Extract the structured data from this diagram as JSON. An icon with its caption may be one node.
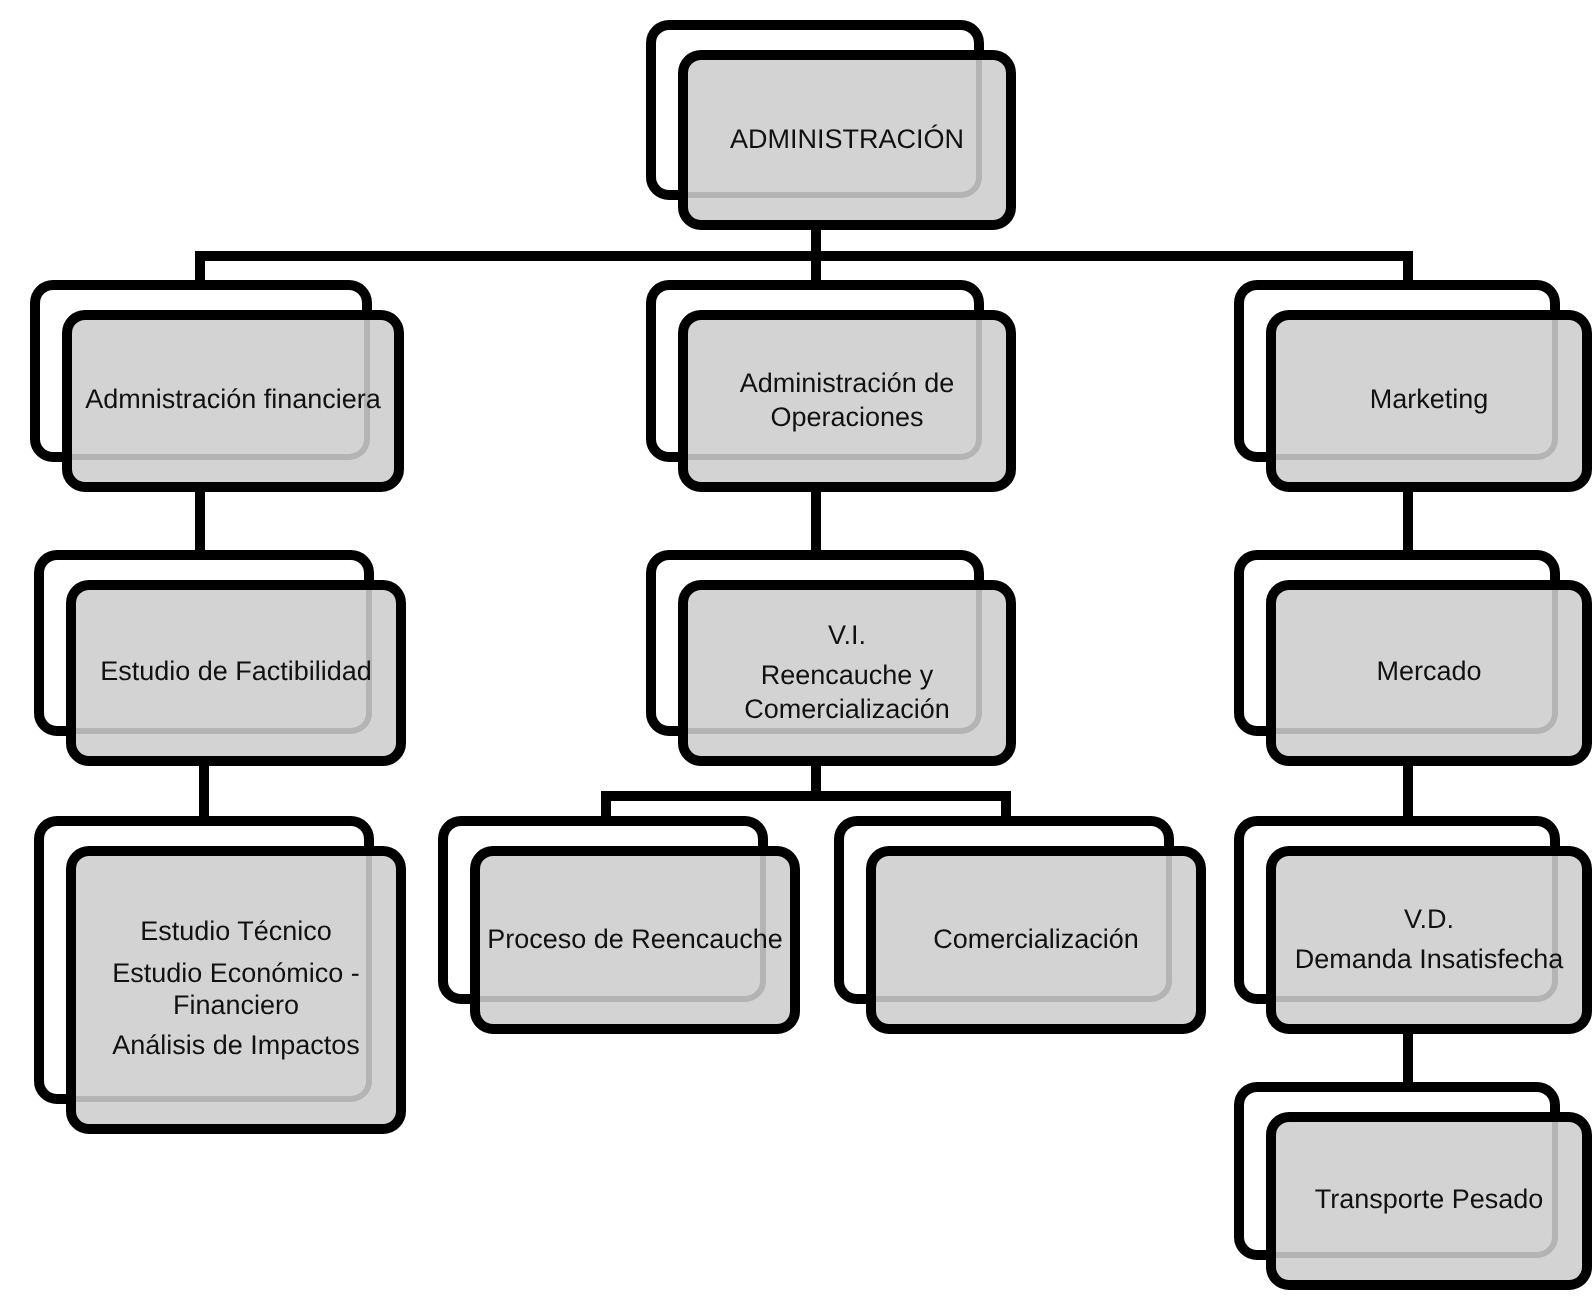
{
  "diagram": {
    "nodes": [
      {
        "text": [
          "ADMINISTRACIÓN"
        ]
      },
      {
        "text": [
          "Admnistración financiera"
        ]
      },
      {
        "text": [
          "Administración de Operaciones"
        ]
      },
      {
        "text": [
          "Marketing"
        ]
      },
      {
        "text": [
          "Estudio de Factibilidad"
        ]
      },
      {
        "text": [
          "V.I.",
          "Reencauche y Comercialización"
        ]
      },
      {
        "text": [
          "Mercado"
        ]
      },
      {
        "text": [
          "Estudio Técnico",
          "Estudio Económico - Financiero",
          "Análisis de Impactos"
        ]
      },
      {
        "text": [
          "Proceso de Reencauche"
        ]
      },
      {
        "text": [
          "Comercialización"
        ]
      },
      {
        "text": [
          "V.D.",
          "Demanda Insatisfecha"
        ]
      },
      {
        "text": [
          "Transporte Pesado"
        ]
      }
    ],
    "edges": [
      {
        "from": 0,
        "to": 1,
        "arrow": "none"
      },
      {
        "from": 0,
        "to": 2,
        "arrow": "none"
      },
      {
        "from": 0,
        "to": 3,
        "arrow": "none"
      },
      {
        "from": 1,
        "to": 4,
        "arrow": "none"
      },
      {
        "from": 4,
        "to": 7,
        "arrow": "none"
      },
      {
        "from": 2,
        "to": 5,
        "arrow": "none"
      },
      {
        "from": 5,
        "to": 8,
        "arrow": "none"
      },
      {
        "from": 5,
        "to": 9,
        "arrow": "none"
      },
      {
        "from": 3,
        "to": 6,
        "arrow": "none"
      },
      {
        "from": 6,
        "to": 10,
        "arrow": "none"
      },
      {
        "from": 10,
        "to": 11,
        "arrow": "none"
      }
    ]
  }
}
